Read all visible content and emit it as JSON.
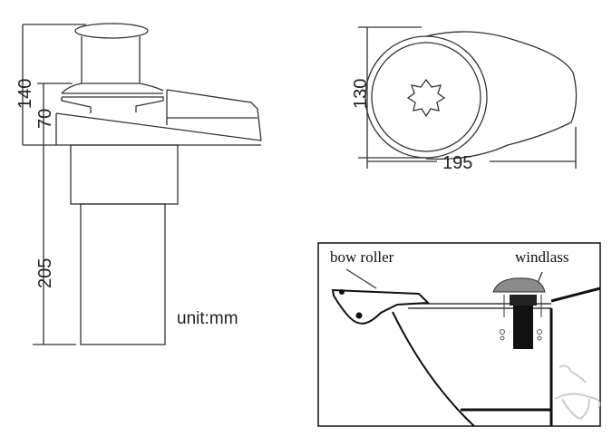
{
  "side_view": {
    "dimensions": {
      "total_height_above_deck": "140",
      "flange_height": "70",
      "below_deck": "205"
    },
    "unit_label": "unit:mm"
  },
  "top_view": {
    "dimensions": {
      "width": "130",
      "length": "195"
    }
  },
  "installation_inset": {
    "labels": {
      "bow_roller": "bow roller",
      "windlass": "windlass"
    }
  }
}
